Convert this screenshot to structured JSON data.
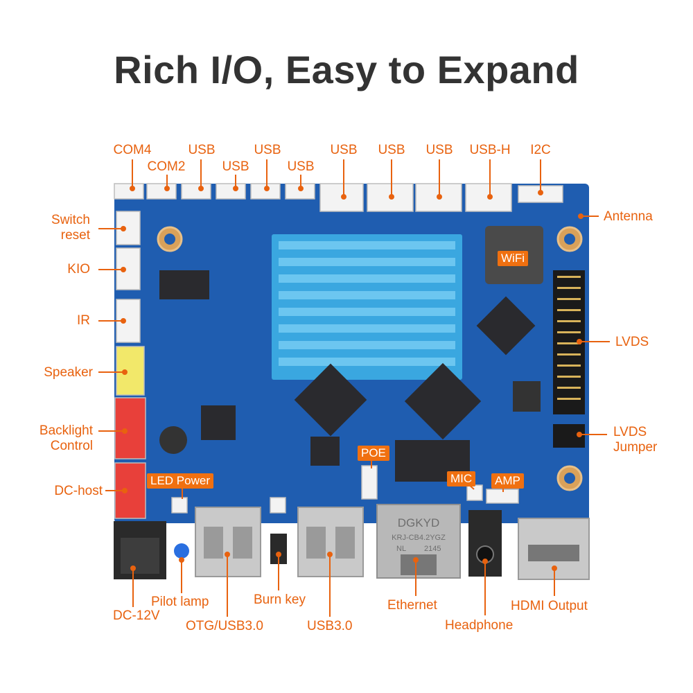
{
  "title": "Rich I/O, Easy to Expand",
  "colors": {
    "accent": "#e8620f",
    "board": "#1f5db0",
    "heatsink": "#3aa7e0",
    "title": "#333333"
  },
  "labels": {
    "com4": "COM4",
    "com2": "COM2",
    "usb_1": "USB",
    "usb_2": "USB",
    "usb_3": "USB",
    "usb_4": "USB",
    "usb_5": "USB",
    "usb_6": "USB",
    "usb_7": "USB",
    "usb_h": "USB-H",
    "i2c": "I2C",
    "antenna": "Antenna",
    "switch_reset": "Switch\nreset",
    "kio": "KIO",
    "ir": "IR",
    "speaker": "Speaker",
    "backlight": "Backlight\nControl",
    "dc_host": "DC-host",
    "lvds": "LVDS",
    "lvds_jumper": "LVDS\nJumper",
    "wifi": "WiFi",
    "poe": "POE",
    "mic": "MIC",
    "amp": "AMP",
    "led_power": "LED Power",
    "pilot_lamp": "Pilot lamp",
    "dc_12v": "DC-12V",
    "otg_usb3": "OTG/USB3.0",
    "burn_key": "Burn key",
    "usb3": "USB3.0",
    "ethernet": "Ethernet",
    "headphone": "Headphone",
    "hdmi_output": "HDMI Output"
  },
  "board_text": {
    "rj45": "DGKYD",
    "rj45_model": "KRJ-CB4.2YGZ",
    "rj45_nl": "NL",
    "rj45_code": "2145"
  }
}
